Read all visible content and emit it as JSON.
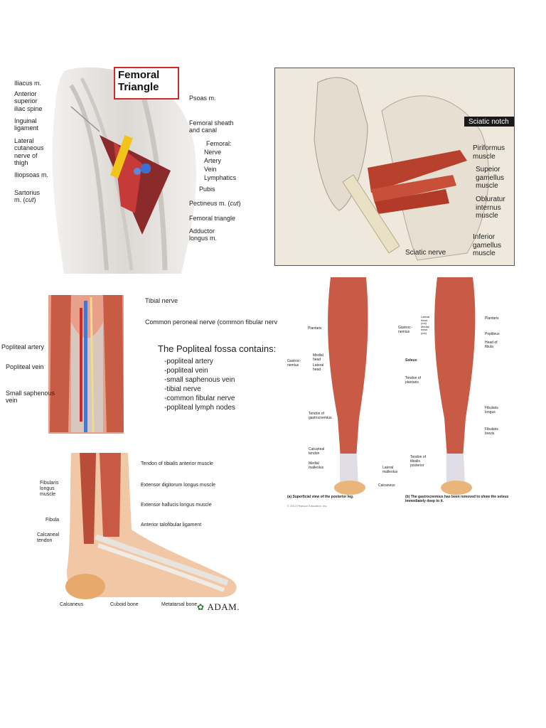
{
  "femoral": {
    "title": "Femoral\nTriangle",
    "labels": {
      "iliacus": "Iliacus m.",
      "asis": "Anterior\nsuperior\niliac spine",
      "inguinal": "Inguinal\nligament",
      "lateral_cut": "Lateral\ncutaneous\nnerve of\nthigh",
      "iliopsoas": "Iliopsoas m.",
      "sartorius": "Sartorius\nm. (",
      "sartorius_cut": "cut",
      "sartorius_end": ")",
      "psoas": "Psoas m.",
      "sheath": "Femoral sheath\nand canal",
      "femoral_hdr": "Femoral:",
      "nerve": "Nerve",
      "artery": "Artery",
      "vein": "Vein",
      "lymphatics": "Lymphatics",
      "pubis": "Pubis",
      "pectineus": "Pectineus m. (",
      "pectineus_cut": "cut",
      "pectineus_end": ")",
      "fem_triangle": "Femoral triangle",
      "adductor": "Adductor\nlongus m."
    }
  },
  "gluteal": {
    "labels": {
      "sciatic_notch": "Sciatic notch",
      "piriformis": "Piriformus\nmuscle",
      "sup_gemellus": "Supeior\ngamellus\nmuscle",
      "obturator": "Obluratur\ninternus\nmuscle",
      "inf_gemellus": "Inferior\ngamellus\nmuscle",
      "sciatic_nerve": "Sciatic nerve"
    }
  },
  "popliteal": {
    "labels": {
      "tibial": "Tibial nerve",
      "common_peroneal": "Common peroneal nerve (common fibular nerve)",
      "artery": "Popliteal artery",
      "vein": "Popliteal vein",
      "saphenous": "Small saphenous\nvein"
    },
    "contains_title": "The Popliteal fossa contains:",
    "contains_items": [
      "-popliteal artery",
      "-popliteal vein",
      "-small saphenous vein",
      "-tibial nerve",
      "-common fibular nerve",
      "-popliteal lymph nodes"
    ]
  },
  "posterior_leg": {
    "left_labels": {
      "plantaris": "Plantaris",
      "gastro": "Gastroc-\nnemius",
      "medial_head": "Medial\nhead",
      "lateral_head": "Lateral\nhead",
      "tendon_gastro": "Tendon of\ngastrocnemius",
      "calcaneal": "Calcaneal\ntendon",
      "medial_mall": "Medial\nmalleolus",
      "lateral_mall": "Lateral\nmalleolus",
      "calcaneus": "Calcaneus"
    },
    "right_labels": {
      "gastro": "Gastroc-\nnemius",
      "lat_head": "Lateral\nhead\n(cut)\nMedial\nhead\n(cut)",
      "plantaris": "Plantaris",
      "popliteus": "Popliteus",
      "head_fibula": "Head of\nfibula",
      "soleus": "Soleus",
      "tendon_plantaris": "Tendon of\nplantaris",
      "fib_longus": "Fibularis\nlongus",
      "fib_brevis": "Fibularis\nbrevis",
      "tendon_tib": "Tendon of\ntibialis\nposterior"
    },
    "caption_a": "(a) Superficial view of the posterior leg.",
    "caption_b": "(b) The gastrocnemius has been removed to show the soleus\nimmediately deep to it.",
    "copyright": "© 2013 Pearson Education, Inc."
  },
  "ankle": {
    "labels": {
      "tib_ant": "Tendon of tibialis anterior muscle",
      "ext_dig": "Extensor digitorum longus muscle",
      "ext_hal": "Extensor hallucis longus muscle",
      "ant_talo": "Anterior talofibular ligament",
      "fib_longus": "Fibularis\nlongus\nmuscle",
      "fibula": "Fibula",
      "calc_tendon": "Calcaneal\ntendon",
      "calcaneus": "Calcaneus",
      "cuboid": "Cuboid bone",
      "metatarsal": "Metatarsal bone"
    },
    "logo": "ADAM."
  }
}
